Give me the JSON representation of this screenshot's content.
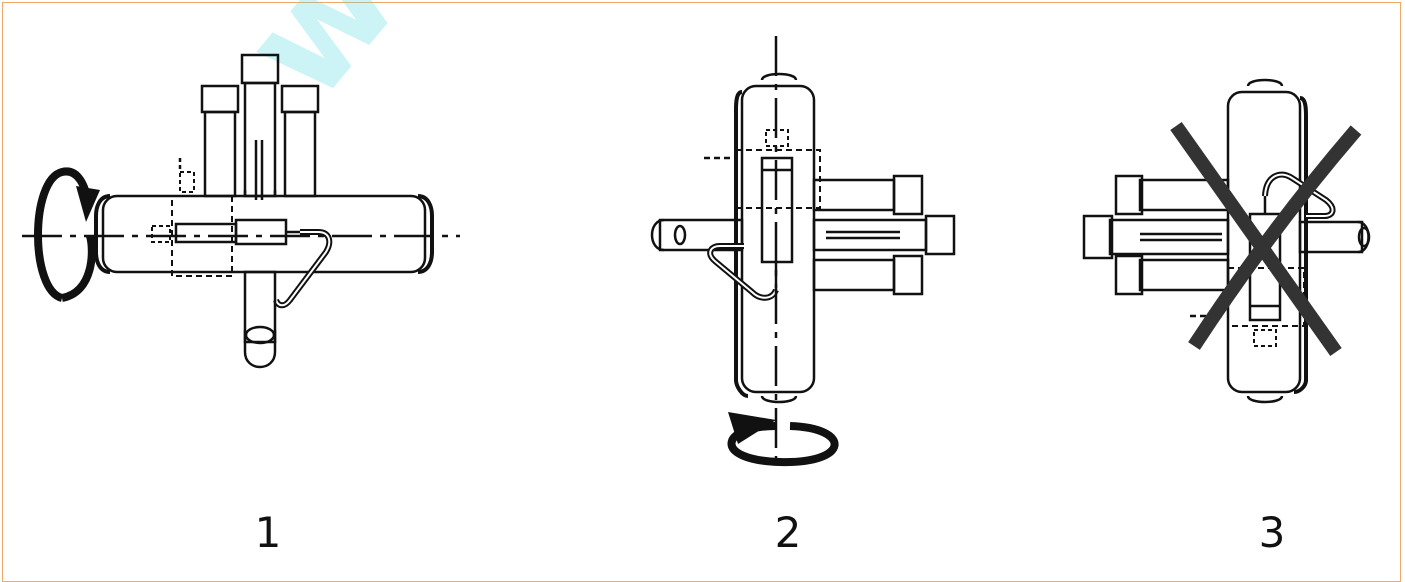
{
  "figure": {
    "panels": [
      {
        "id": "1",
        "label": "1",
        "status": "allowed",
        "rotation_arrow": "rotation-about-horizontal-axis"
      },
      {
        "id": "2",
        "label": "2",
        "status": "allowed",
        "rotation_arrow": "rotation-about-vertical-axis"
      },
      {
        "id": "3",
        "label": "3",
        "status": "forbidden",
        "mark": "cross"
      }
    ],
    "watermark": "www.p",
    "colors": {
      "line": "#111111",
      "cross": "#333333",
      "frame": "#f0a868",
      "watermark": "#4dd9e2"
    }
  }
}
